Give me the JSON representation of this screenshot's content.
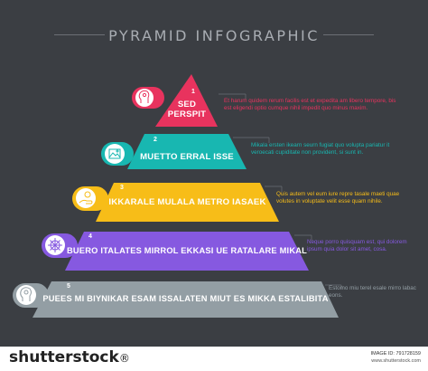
{
  "title": "PYRAMID INFOGRAPHIC",
  "levels": [
    {
      "number": "1",
      "label_line1": "SED",
      "label_line2": "PERSPIT",
      "color": "#e8335e",
      "icon": "head-gear-icon",
      "description": "Et harum quidem rerum facilis est et expedita am libero tempore, bis est eligendi optio cumque nihil impedit quo minus maxim."
    },
    {
      "number": "2",
      "label": "MUETTO ERRAL ISSE",
      "color": "#18b7b1",
      "icon": "image-picture-icon",
      "description": "Mikala ersten ikearn seurn fugiat quo volupta pariatur it veroecati cupiditate non provident, si sunt in."
    },
    {
      "number": "3",
      "label": "IKKARALE MULALA METRO IASAEK",
      "color": "#f7bd18",
      "icon": "hand-coin-icon",
      "description": "Quis autem vel eum iure repre tasale maeti quae volutes in voluptate velit esse quam nihile."
    },
    {
      "number": "4",
      "label": "BUERO ITALATES MIRROL EKKASI UE RATALARE MIKAL",
      "color": "#8659e0",
      "icon": "ship-wheel-icon",
      "description": "Neque porro quisquam est, qui dolorem ipsum quia dolor sit amet, cosa."
    },
    {
      "number": "5",
      "label": "PUEES MI BIYNIKAR ESAM ISSALATEN MIUT ES MIKKA ESTALIBITA",
      "color": "#939ea4",
      "icon": "head-lightbulb-icon",
      "description": "Estomo miu terel esale mirro labac eons."
    }
  ],
  "footer": {
    "brand": "shutterstock",
    "brand_suffix": "®",
    "image_id": "IMAGE ID: 791728159",
    "site": "www.shutterstock.com"
  }
}
